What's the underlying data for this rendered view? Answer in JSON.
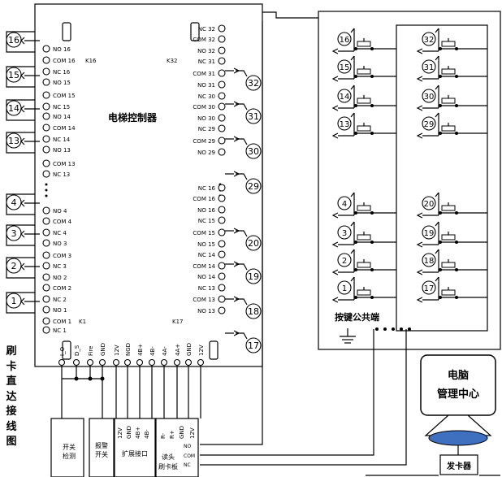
{
  "controller": {
    "title": "电梯控制器",
    "k16": "K16",
    "k32": "K32",
    "k1": "K1",
    "k17": "K17",
    "left_terminals": [
      "NO 16",
      "COM 16",
      "NC 16",
      "NO 15",
      "COM 15",
      "NC 15",
      "NO 14",
      "COM 14",
      "NC 14",
      "NO 13",
      "COM 13",
      "NC 13",
      "NO 4",
      "COM 4",
      "NC 4",
      "NO 3",
      "COM 3",
      "NC 3",
      "NO 2",
      "COM 2",
      "NC 2",
      "NO 1",
      "COM 1",
      "NC 1"
    ],
    "right_terminals": [
      "NC 32",
      "COM 32",
      "NO 32",
      "NC 31",
      "COM 31",
      "NO 31",
      "NC 30",
      "COM 30",
      "NO 30",
      "NC 29",
      "COM 29",
      "NO 29",
      "NC 16",
      "COM 16",
      "NO 16",
      "NC 15",
      "COM 15",
      "NO 15",
      "NC 14",
      "COM 14",
      "NO 14",
      "NC 13",
      "COM 13",
      "NO 13"
    ],
    "bottom_terminals": [
      "I_O",
      "D_S",
      "Fire",
      "GND",
      "12V",
      "NGD",
      "4B+",
      "4B-",
      "4A-",
      "4A+",
      "GND",
      "12V"
    ]
  },
  "floors": {
    "left": [
      "16",
      "15",
      "14",
      "13",
      "4",
      "3",
      "2",
      "1"
    ],
    "right": [
      "32",
      "31",
      "30",
      "29",
      "20",
      "19",
      "18",
      "17"
    ]
  },
  "panel": {
    "left": [
      "16",
      "15",
      "14",
      "13",
      "4",
      "3",
      "2",
      "1"
    ],
    "right": [
      "32",
      "31",
      "30",
      "29",
      "20",
      "19",
      "18",
      "17"
    ],
    "common_label": "按键公共端"
  },
  "modules": {
    "switch": "开关检测",
    "alarm": "报警开关",
    "expansion": {
      "pins": [
        "12V",
        "GND",
        "4B+",
        "4B-"
      ],
      "label": "扩展接口"
    },
    "reader": {
      "pins": [
        "R-",
        "R+",
        "GND",
        "12V"
      ],
      "outs": [
        "NO",
        "COM",
        "NC"
      ],
      "label": "读头刷卡板"
    }
  },
  "computer": {
    "label": "电脑管理中心"
  },
  "card_issuer": {
    "label": "发卡器"
  },
  "side_title": "刷卡直达接线图"
}
